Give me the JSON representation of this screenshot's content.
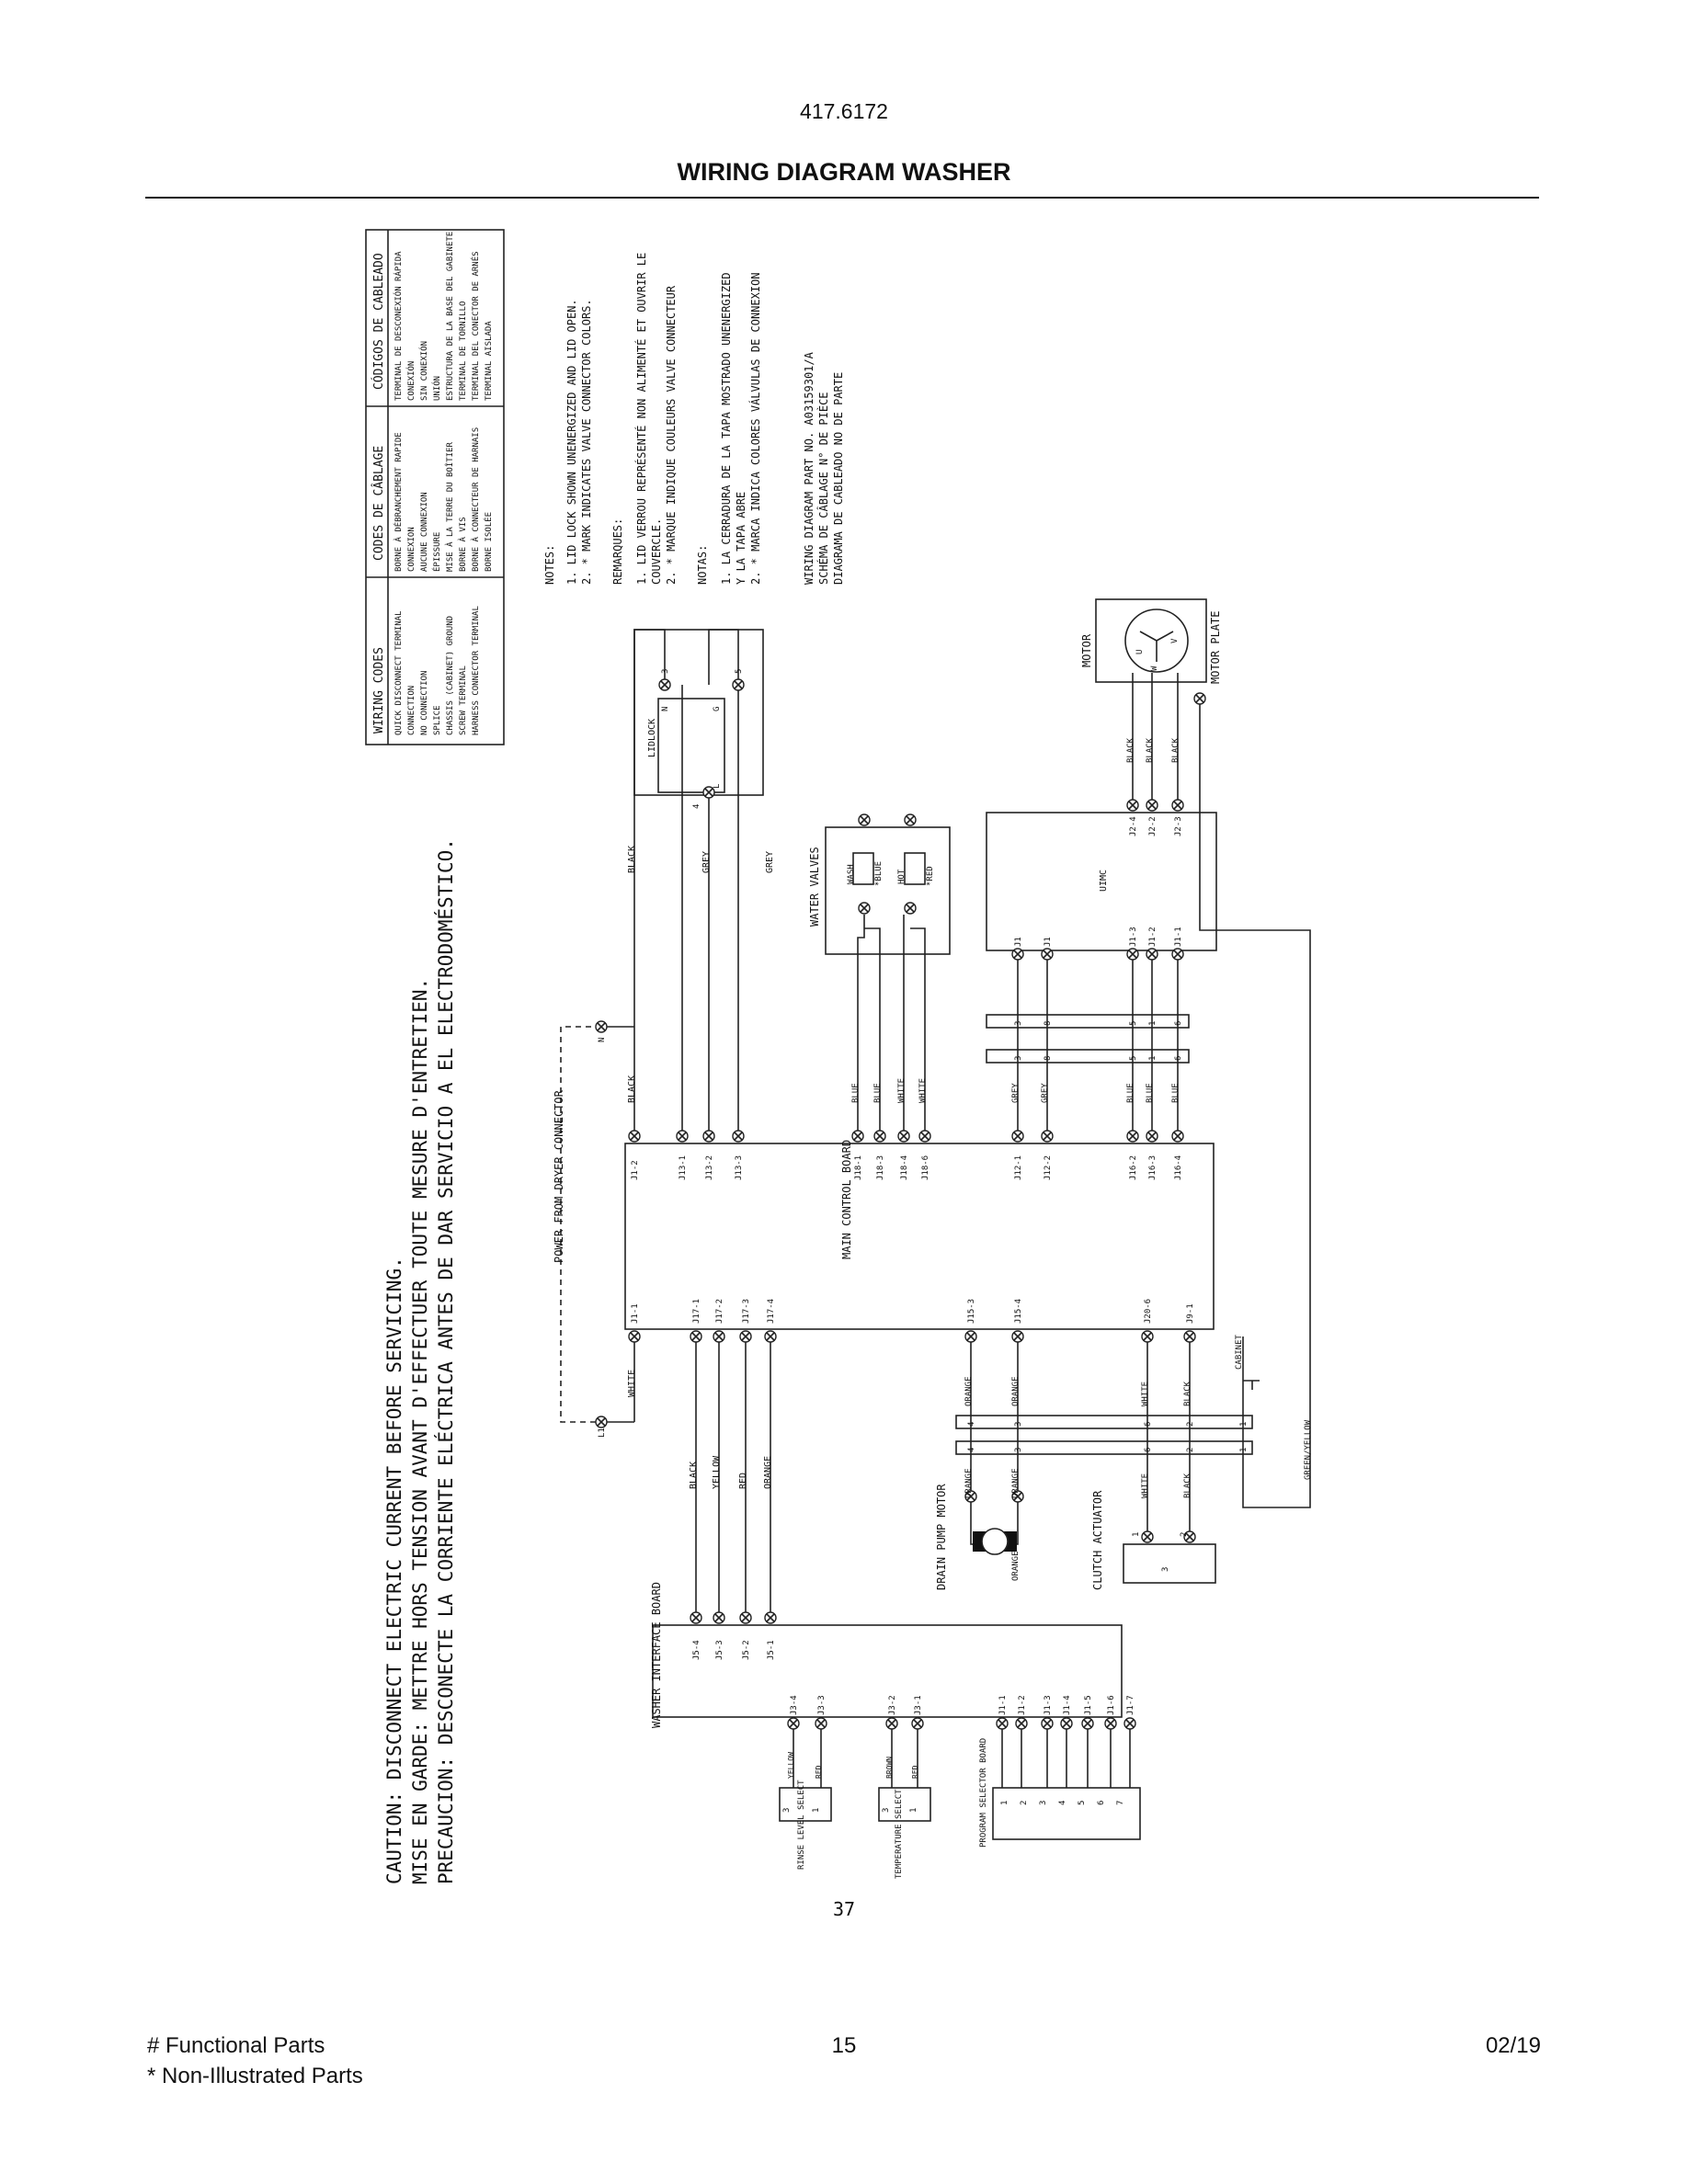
{
  "header": {
    "part_number": "417.6172",
    "title": "WIRING DIAGRAM WASHER"
  },
  "footer": {
    "functional_parts": "# Functional Parts",
    "non_illustrated_parts": "* Non-Illustrated Parts",
    "page_number": "15",
    "date": "02/19"
  },
  "diagram": {
    "inner_page_number": "37",
    "caution": [
      "CAUTION: DISCONNECT ELECTRIC CURRENT BEFORE SERVICING.",
      "MISE EN GARDE: METTRE HORS TENSION AVANT D'EFFECTUER TOUTE MESURE D'ENTRETIEN.",
      "PRECAUCION: DESCONECTE LA CORRIENTE ELÉCTRICA ANTES DE DAR SERVICIO A EL ELECTRODOMÉSTICO."
    ],
    "codes_table": {
      "headers": [
        "WIRING CODES",
        "CODES DE CÂBLAGE",
        "CÓDIGOS DE CABLEADO"
      ],
      "wiring_codes": [
        "QUICK DISCONNECT TERMINAL",
        "CONNECTION",
        "NO CONNECTION",
        "SPLICE",
        "CHASSIS (CABINET) GROUND",
        "SCREW TERMINAL",
        "HARNESS CONNECTOR TERMINAL"
      ],
      "codes_de_cablage": [
        "BORNE À DÉBRANCHEMENT RAPIDE",
        "CONNEXION",
        "AUCUNE CONNEXION",
        "ÉPISSURE",
        "MISE À LA TERRE DU BOÎTIER",
        "BORNE À VIS",
        "BORNE À CONNECTEUR DE HARNAIS",
        "BORNE ISOLÉE"
      ],
      "codigos_de_cableado": [
        "TERMINAL DE DESCONEXIÓN RÁPIDA",
        "CONEXIÓN",
        "SIN CONEXIÓN",
        "UNIÓN",
        "ESTRUCTURA DE LA BASE DEL GABINETE",
        "TERMINAL DE TORNILLO",
        "TERMINAL DEL CONECTOR DE ARNÉS",
        "TERMINAL AISLADA"
      ]
    },
    "notes": {
      "notes_title": "NOTES:",
      "notes": [
        "1. LID LOCK SHOWN UNENERGIZED AND LID OPEN.",
        "2. * MARK INDICATES VALVE CONNECTOR COLORS."
      ],
      "remarques_title": "REMARQUES:",
      "remarques": [
        "1. LID VERROU REPRÉSENTÉ NON ALIMENTÉ ET OUVRIR LE",
        "   COUVERCLE.",
        "2. * MARQUE INDIQUE COULEURS VALVE CONNECTEUR"
      ],
      "notas_title": "NOTAS:",
      "notas": [
        "1. LA CERRADURA DE LA TAPA MOSTRADO UNENERGIZED",
        "   Y LA TAPA ABRE",
        "2. * MARCA INDICA COLORES VÁLVULAS DE CONNEXION"
      ],
      "part_no": [
        "WIRING DIAGRAM PART NO. A03159301/A",
        "SCHÉMA DE CÂBLAGE N° DE PIÈCE",
        "DIAGRAMA DE CABLEADO NO DE PARTE"
      ]
    },
    "components": {
      "power": "POWER FROM DRYER CONNECTOR",
      "main_control_board": "MAIN CONTROL BOARD",
      "washer_interface_board": "WASHER INTERFACE BOARD",
      "lidlock": "LIDLOCK",
      "water_valves": "WATER VALVES",
      "wash": "WASH",
      "blue_star": "*BLUE",
      "hot": "HOT",
      "red_star": "*RED",
      "uimc": "UIMC",
      "motor": "MOTOR",
      "motor_plate": "MOTOR PLATE",
      "drain_pump_motor": "DRAIN PUMP MOTOR",
      "clutch_actuator": "CLUTCH ACTUATOR",
      "cabinet": "CABINET",
      "rinse_level_select": "RINSE LEVEL SELECT",
      "temperature_select": "TEMPERATURE SELECT",
      "program_selector_board": "PROGRAM SELECTOR BOARD",
      "motor_uvw": [
        "U",
        "V",
        "W"
      ],
      "lidlock_terms": [
        "N",
        "G",
        "L"
      ]
    },
    "wire_colors": {
      "black": "BLACK",
      "grey": "GREY",
      "white": "WHITE",
      "blue": "BLUE",
      "orange": "ORANGE",
      "yellow": "YELLOW",
      "red": "RED",
      "brown": "BROWN",
      "green_yellow": "GREEN/YELLOW"
    },
    "terminals": {
      "mcb_top": [
        "J1-2",
        "J13-1",
        "J13-2",
        "J13-3",
        "J18-1",
        "J18-3",
        "J18-4",
        "J18-6",
        "J12-1",
        "J12-2",
        "J16-2",
        "J16-3",
        "J16-4"
      ],
      "mcb_bottom": [
        "J1-1",
        "J17-1",
        "J17-2",
        "J17-3",
        "J17-4",
        "J15-3",
        "J15-4",
        "J20-6",
        "J9-1"
      ],
      "uimc_top": [
        "J2-4",
        "J2-2",
        "J2-3"
      ],
      "uimc_bottom": [
        "J1",
        "J1",
        "J1-3",
        "J1-2",
        "J1-1"
      ],
      "wib_top": [
        "J5-4",
        "J5-3",
        "J5-2",
        "J5-1"
      ],
      "wib_bottom": [
        "J3-4",
        "J3-3",
        "J3-2",
        "J3-1",
        "J1-1",
        "J1-2",
        "J1-3",
        "J1-4",
        "J1-5",
        "J1-6",
        "J1-7"
      ],
      "harness_upper_pins": [
        "3",
        "8",
        "5",
        "1",
        "6"
      ],
      "harness_lower_pins": [
        "4",
        "3",
        "6",
        "2",
        "1"
      ],
      "line_terms": [
        "N",
        "L1"
      ],
      "lidlock_pins": [
        "3",
        "5",
        "4"
      ],
      "clutch_pins": [
        "1",
        "2",
        "3"
      ],
      "selector_pins_3_1": [
        "3",
        "1"
      ],
      "program_pins": [
        "1",
        "2",
        "3",
        "4",
        "5",
        "6",
        "7"
      ]
    }
  }
}
